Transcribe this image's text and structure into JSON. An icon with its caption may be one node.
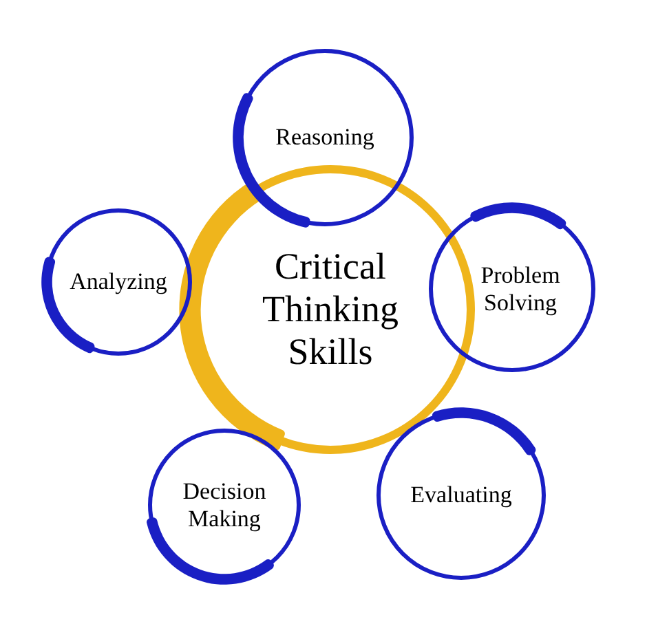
{
  "diagram": {
    "nodes": [
      {
        "text": [
          "Critical Thinking Skills"
        ]
      },
      {
        "text": [
          "Reasoning"
        ]
      },
      {
        "text": [
          "Problem Solving"
        ]
      },
      {
        "text": [
          "Evaluating"
        ]
      },
      {
        "text": [
          "Decision Making"
        ]
      },
      {
        "text": [
          "Analyzing"
        ]
      }
    ]
  }
}
